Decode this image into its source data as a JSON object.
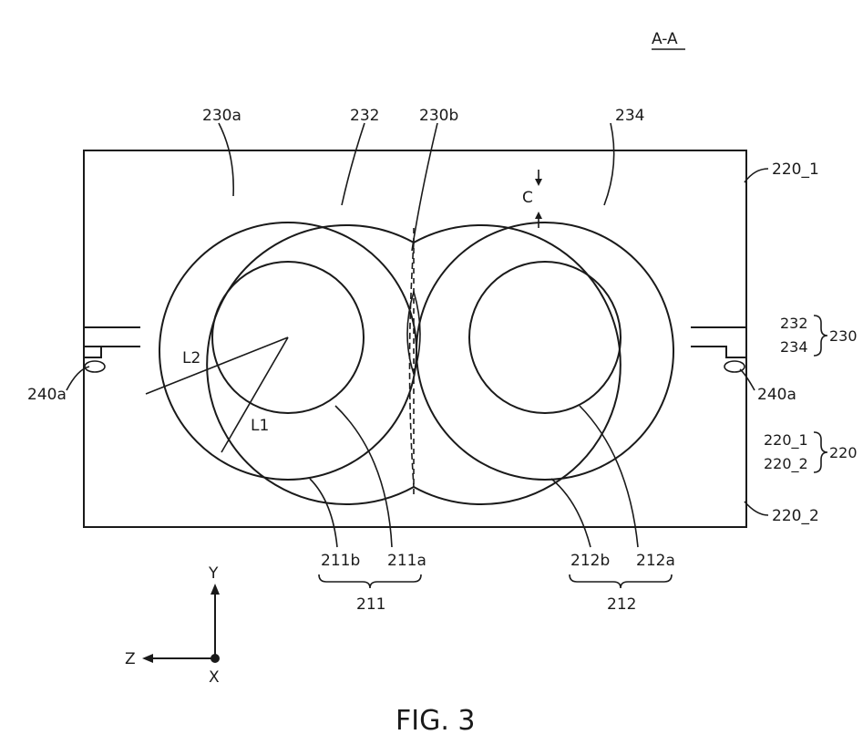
{
  "section_label": "A-A",
  "figure_caption": "FIG. 3",
  "labels": {
    "l230a": "230a",
    "l232": "232",
    "l230b": "230b",
    "l234": "234",
    "l220_1": "220_1",
    "lC": "C",
    "g230_top": "232",
    "g230_bot": "234",
    "g230": "230",
    "l240a_left": "240a",
    "l240a_right": "240a",
    "lL2": "L2",
    "lL1": "L1",
    "g220_top": "220_1",
    "g220_bot": "220_2",
    "g220": "220",
    "l220_2": "220_2",
    "l211b": "211b",
    "l211a": "211a",
    "l211": "211",
    "l212b": "212b",
    "l212a": "212a",
    "l212": "212",
    "axisY": "Y",
    "axisZ": "Z",
    "axisX": "X"
  }
}
